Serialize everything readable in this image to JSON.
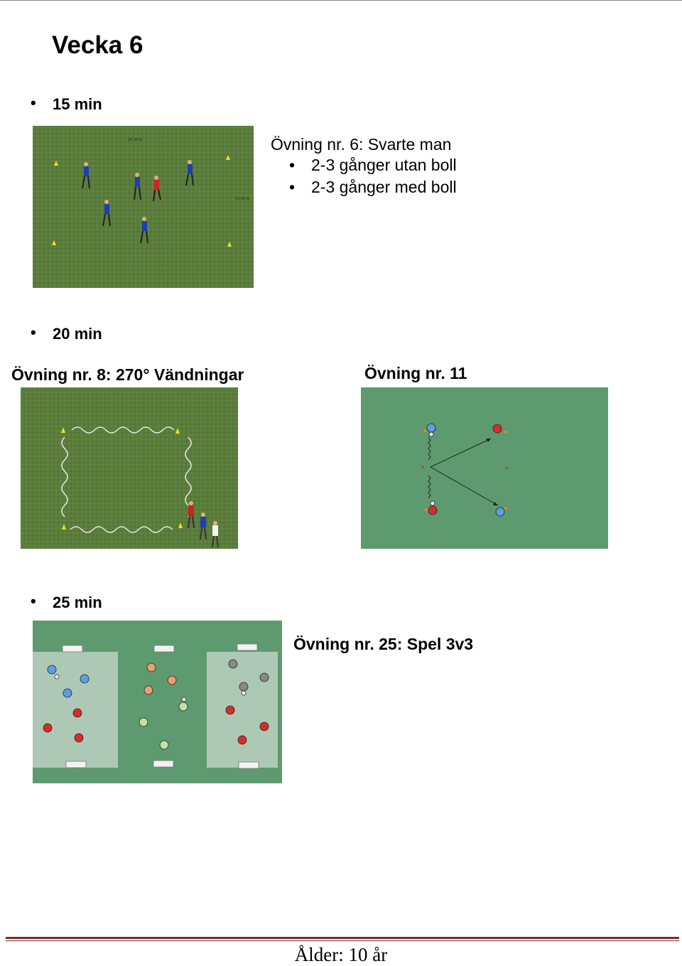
{
  "page": {
    "title": "Vecka 6",
    "footer": "Ålder: 10 år"
  },
  "section1": {
    "time": "15 min",
    "drill": {
      "title": "Övning nr. 6: Svarte man",
      "items": [
        "2-3 gånger utan boll",
        "2-3 gånger med boll"
      ],
      "field_labels": [
        "20-30 m",
        "15-20 m"
      ]
    }
  },
  "section2": {
    "time": "20 min",
    "drill_a_title": "Övning nr. 8: 270° Vändningar",
    "drill_b_title": "Övning nr. 11"
  },
  "section3": {
    "time": "25 min",
    "drill_title": "Övning nr. 25: Spel 3v3"
  },
  "colors": {
    "grass": "#5a7a3a",
    "board_green": "#5e9a6f",
    "light_zone": "#adc9b6",
    "player_blue": "#1e3fb0",
    "player_red": "#cc2222",
    "footer_rule": "#7a2c2c"
  },
  "icons": {
    "bullet": "bullet-dot-icon"
  }
}
